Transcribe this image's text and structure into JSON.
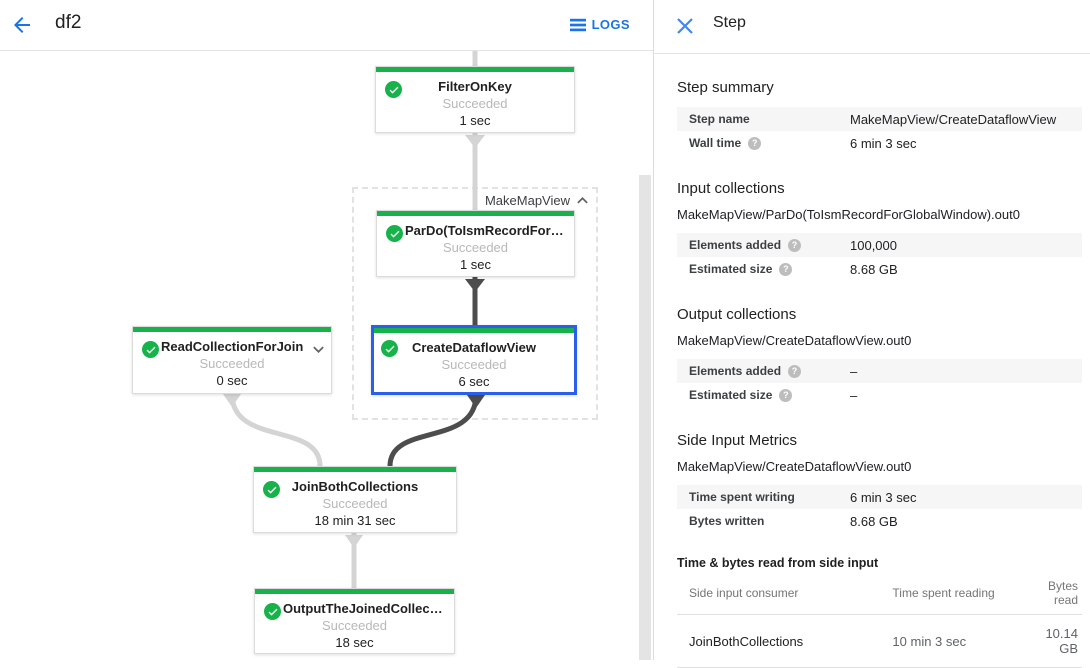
{
  "header": {
    "title": "df2",
    "logs_label": "LOGS"
  },
  "panel": {
    "title": "Step",
    "sections": {
      "step_summary": {
        "heading": "Step summary",
        "rows": [
          {
            "label": "Step name",
            "value": "MakeMapView/CreateDataflowView"
          },
          {
            "label": "Wall time",
            "value": "6 min 3 sec"
          }
        ]
      },
      "input_collections": {
        "heading": "Input collections",
        "subtitle": "MakeMapView/ParDo(ToIsmRecordForGlobalWindow).out0",
        "rows": [
          {
            "label": "Elements added",
            "value": "100,000"
          },
          {
            "label": "Estimated size",
            "value": "8.68 GB"
          }
        ]
      },
      "output_collections": {
        "heading": "Output collections",
        "subtitle": "MakeMapView/CreateDataflowView.out0",
        "rows": [
          {
            "label": "Elements added",
            "value": "–"
          },
          {
            "label": "Estimated size",
            "value": "–"
          }
        ]
      },
      "side_input_metrics": {
        "heading": "Side Input Metrics",
        "subtitle": "MakeMapView/CreateDataflowView.out0",
        "rows": [
          {
            "label": "Time spent writing",
            "value": "6 min 3 sec"
          },
          {
            "label": "Bytes written",
            "value": "8.68 GB"
          }
        ]
      },
      "side_input_table": {
        "heading": "Time & bytes read from side input",
        "columns": [
          "Side input consumer",
          "Time spent reading",
          "Bytes read"
        ],
        "rows": [
          [
            "JoinBothCollections",
            "10 min 3 sec",
            "10.14 GB"
          ]
        ]
      }
    }
  },
  "graph": {
    "group_label": "MakeMapView",
    "nodes": [
      {
        "id": "filteronkey",
        "title": "FilterOnKey",
        "status": "Succeeded",
        "time": "1 sec"
      },
      {
        "id": "pardo-toismrecord",
        "title": "ParDo(ToIsmRecordFor…",
        "status": "Succeeded",
        "time": "1 sec"
      },
      {
        "id": "createdataflowview",
        "title": "CreateDataflowView",
        "status": "Succeeded",
        "time": "6 sec",
        "selected": true
      },
      {
        "id": "readcollectionforjoin",
        "title": "ReadCollectionForJoin",
        "status": "Succeeded",
        "time": "0 sec"
      },
      {
        "id": "joinbothcollections",
        "title": "JoinBothCollections",
        "status": "Succeeded",
        "time": "18 min 31 sec"
      },
      {
        "id": "outputthejoined",
        "title": "OutputTheJoinedCollec…",
        "status": "Succeeded",
        "time": "18 sec"
      }
    ]
  },
  "icons": {
    "help_glyph": "?"
  },
  "colors": {
    "accent_blue": "#1a73e8",
    "selection_blue": "#2a5fee",
    "success_green": "#17b24a",
    "edge_light": "#d4d4d4",
    "edge_dark": "#4d4d4d"
  }
}
